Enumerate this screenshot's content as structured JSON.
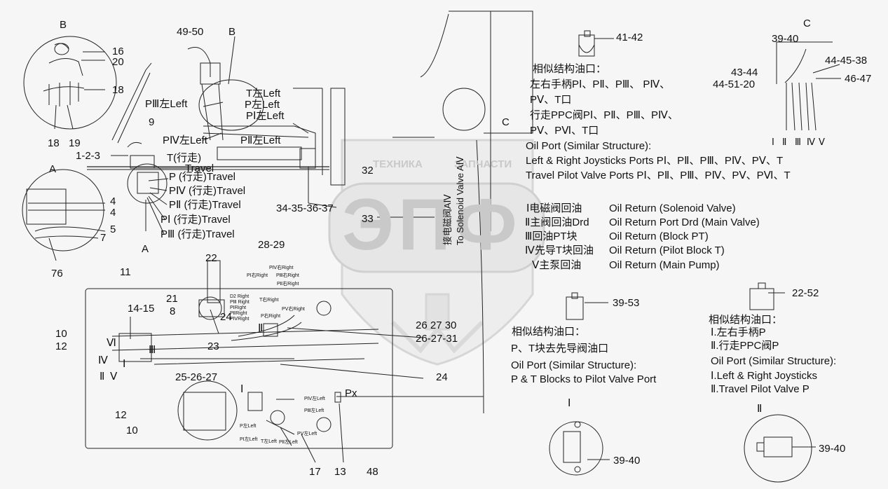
{
  "watermark": {
    "brand_small": "ТЕХНИКА",
    "brand_small2": "ЗАПЧАСТИ",
    "brand_big": "ЭПФ"
  },
  "views": {
    "b_top": "B",
    "b_detail": "B",
    "a_top": "A",
    "a_bottom": "A",
    "c_top": "C",
    "c_mid": "C",
    "roman_I_bottom": "Ⅰ",
    "roman_II_bottom": "Ⅱ",
    "roman_I_mid": "Ⅰ",
    "roman_II_mid": "Ⅱ",
    "px": "Px"
  },
  "parts": {
    "p16": "16",
    "p20": "20",
    "p18a": "18",
    "p18b": "18",
    "p19": "19",
    "p9": "9",
    "p123": "1-2-3",
    "p4a": "4",
    "p4b": "4",
    "p5": "5",
    "p7": "7",
    "p76": "76",
    "p4950": "49-50",
    "p3435": "34-35-36-37",
    "p32": "32",
    "p33": "33",
    "p4142": "41-42",
    "p3940top": "39-40",
    "p444538": "44-45-38",
    "p4344": "43-44",
    "p445120": "44-51-20",
    "p4647": "46-47",
    "p2829": "28-29",
    "p22": "22",
    "p21": "21",
    "p8": "8",
    "p24a": "24",
    "p23": "23",
    "p11": "11",
    "p1415": "14-15",
    "p10a": "10",
    "p12a": "12",
    "p2526": "25-26-27",
    "p12b": "12",
    "p10b": "10",
    "p262730": "26 27 30",
    "p262731": "26-27-31",
    "p24b": "24",
    "p17": "17",
    "p13": "13",
    "p48": "48",
    "p3953": "39-53",
    "p2252": "22-52",
    "p3940b1": "39-40",
    "p3940b2": "39-40"
  },
  "ports": {
    "t_left": "T左Left",
    "p_left": "P左Left",
    "pi_left": "PⅠ左Left",
    "piii_left": "PⅢ左Left",
    "piv_left": "PⅣ左Left",
    "pii_left": "PⅡ左Left",
    "t_travel": "T(行走)",
    "travel": "Travel",
    "p_travel": "P  (行走)Travel",
    "piv_travel": "PⅣ  (行走)Travel",
    "pii_travel": "PⅡ  (行走)Travel",
    "pi_travel": "PⅠ  (行走)Travel",
    "piii_travel": "PⅢ  (行走)Travel",
    "vi": "Ⅵ",
    "iv": "Ⅳ",
    "i_small": "Ⅰ",
    "iii": "Ⅲ",
    "ii": "Ⅱ",
    "v": "Ⅴ",
    "ii_mid": "Ⅱ"
  },
  "tiny_labels": {
    "piv_right": "PⅣ右Right",
    "pi_right": "PⅠ右Right",
    "piii_right": "PⅢ右Right",
    "pii_right": "PⅡ右Right",
    "p_right": "P右Right",
    "t_right": "T右Right",
    "pv_right": "PⅤ右Right",
    "piv_left_s": "PⅣ左Left",
    "piii_left_s": "PⅢ左Left",
    "p_left_s": "P左Left",
    "pi_left_s": "PⅠ左Left",
    "t_left_s": "T左Left",
    "pii_left_s": "PⅡ左Left",
    "pv_left_s": "PⅤ左Left",
    "d2": "D2 Right",
    "d1": "PⅢ Right",
    "d3": "PⅠRight",
    "d4": "PⅡRight",
    "d5": "PⅣRight"
  },
  "solenoid": {
    "cn": "接电磁阀AⅣ",
    "en": "To Solenoid Valve AⅣ"
  },
  "notes": {
    "similar_cn": "相似结构油口：",
    "line1": "左右手柄PⅠ、PⅡ、PⅢ、 PⅣ、",
    "line2": "PⅤ、T口",
    "line3": "行走PPC阀PⅠ、PⅡ、PⅢ、PⅣ、",
    "line4": "PⅤ、PⅥ、T口",
    "oil_port": "Oil Port (Similar Structure):",
    "line5": "Left & Right Joysticks Ports PⅠ、PⅡ、PⅢ、PⅣ、PⅤ、T",
    "line6": "Travel Pilot Valve Ports PⅠ、PⅡ、PⅢ、PⅣ、PⅤ、PⅥ、T"
  },
  "returns": [
    {
      "cn": "Ⅰ电磁阀回油",
      "en": "Oil Return (Solenoid Valve)"
    },
    {
      "cn": "Ⅱ主阀回油Drd",
      "en": "Oil Return Port Drd (Main Valve)"
    },
    {
      "cn": "Ⅲ回油PT块",
      "en": "Oil Return (Block PT)"
    },
    {
      "cn": "Ⅳ先导T块回油",
      "en": "Oil Return (Pilot Block T)"
    },
    {
      "cn": "Ⅴ主泵回油",
      "en": "Oil Return (Main Pump)"
    }
  ],
  "note_mid": {
    "cn1": "相似结构油口：",
    "cn2": "P、T块去先导阀油口",
    "en1": "Oil Port (Similar Structure):",
    "en2": "P & T Blocks to Pilot Valve Port"
  },
  "note_right": {
    "cn1": "相似结构油口：",
    "cn2": "Ⅰ.左右手柄P",
    "cn3": "Ⅱ.行走PPC阀P",
    "en1": "Oil Port (Similar Structure):",
    "en2": "Ⅰ.Left & Right Joysticks",
    "en3": "Ⅱ.Travel Pilot Valve P"
  },
  "c_hoses": [
    "Ⅰ",
    "Ⅱ",
    "Ⅲ",
    "Ⅳ",
    "Ⅴ"
  ]
}
